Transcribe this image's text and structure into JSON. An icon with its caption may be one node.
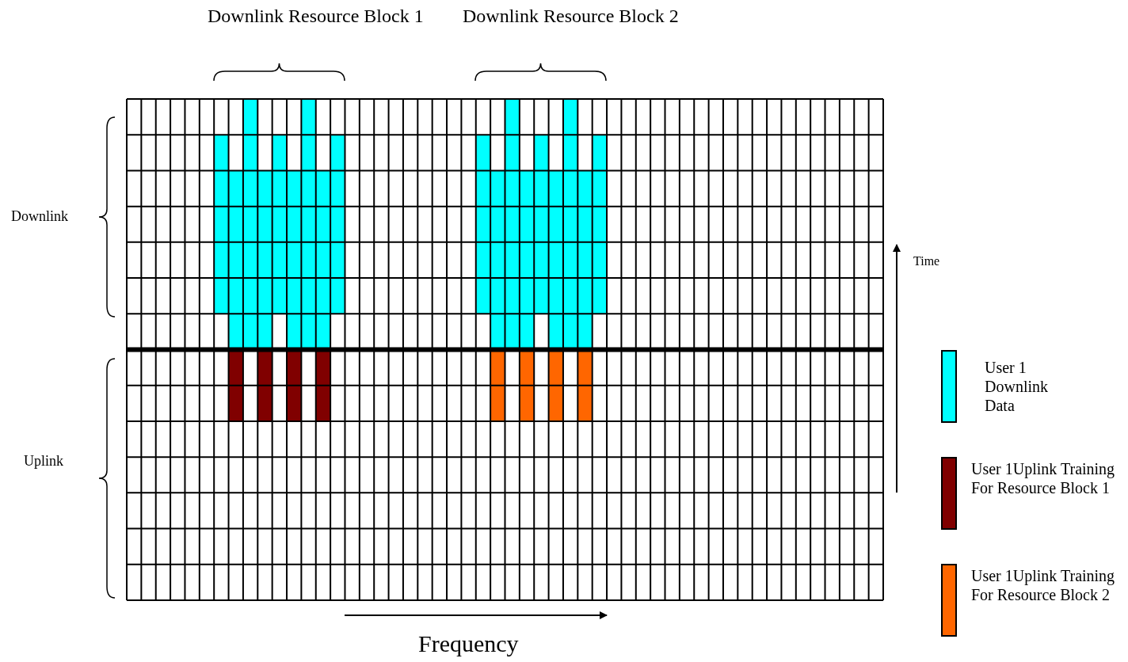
{
  "diagram": {
    "labels": [
      "Downlink Resource Block 1",
      "Downlink Resource Block 2",
      "Downlink",
      "Time",
      "Uplink",
      "Frequency"
    ],
    "legend": [
      {
        "text": "User 1 Downlink Data",
        "color": "#00ffff"
      },
      {
        "text": "User 1Uplink Training For Resource Block 1",
        "color": "#800000"
      },
      {
        "text": "User 1Uplink Training For Resource Block 2",
        "color": "#ff6600"
      }
    ]
  }
}
